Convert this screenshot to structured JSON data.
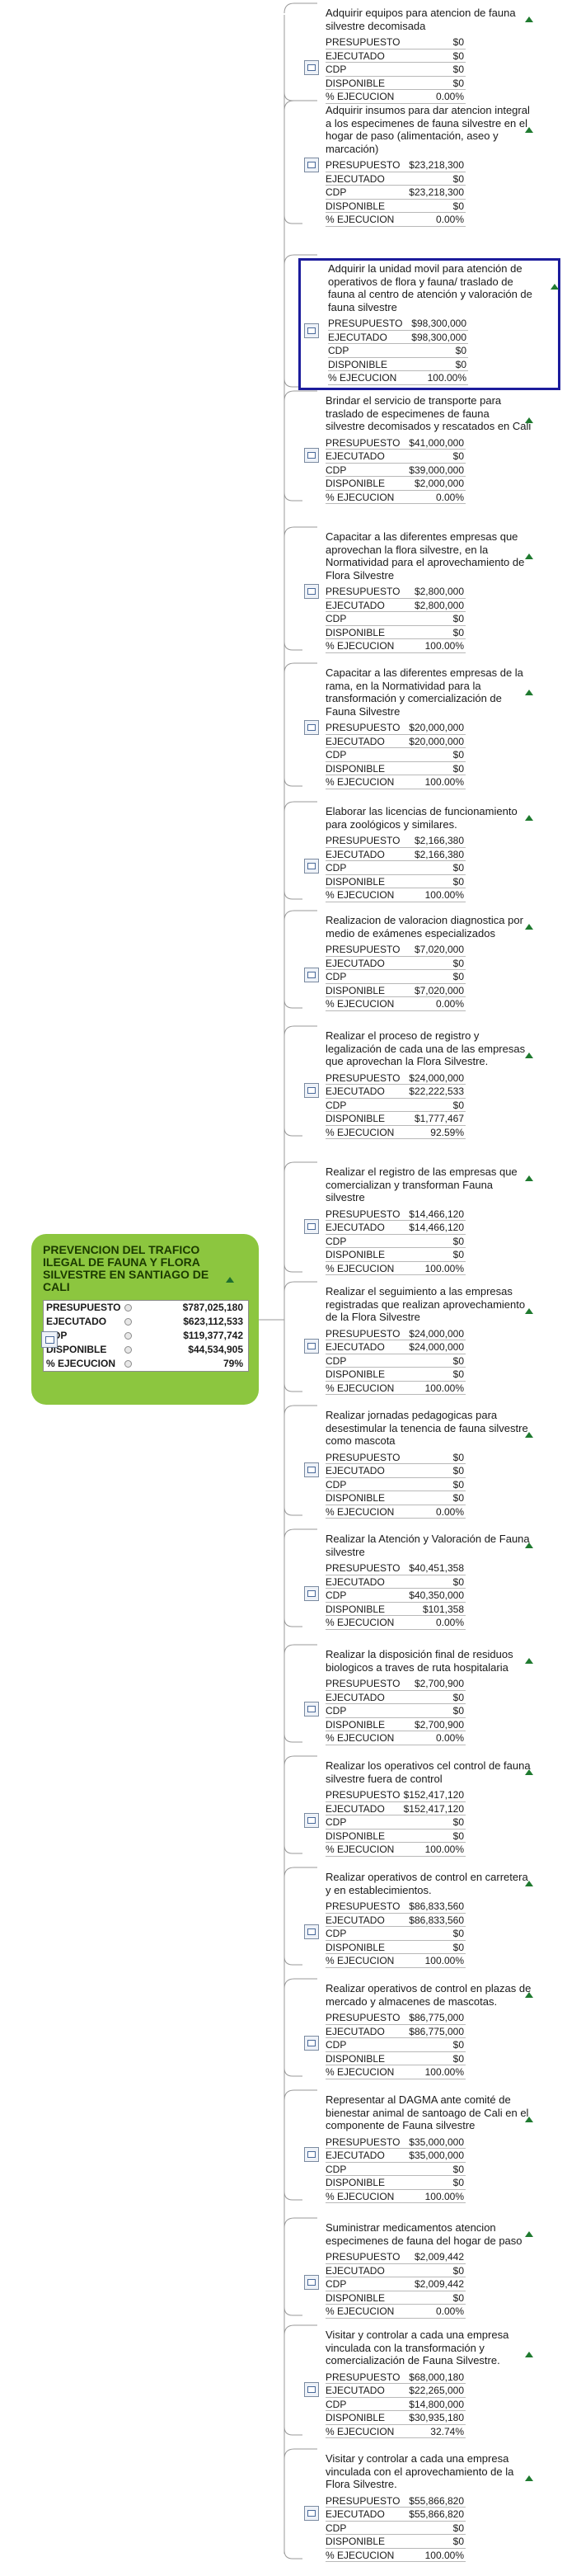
{
  "root": {
    "title": "PREVENCION DEL TRAFICO ILEGAL DE FAUNA Y FLORA SILVESTRE EN  SANTIAGO DE CALI",
    "rows": [
      {
        "label": "PRESUPUESTO",
        "value": "$787,025,180"
      },
      {
        "label": "EJECUTADO",
        "value": "$623,112,533"
      },
      {
        "label": "CDP",
        "value": "$119,377,742"
      },
      {
        "label": "DISPONIBLE",
        "value": "$44,534,905"
      },
      {
        "label": "% EJECUCION",
        "value": "79%"
      }
    ]
  },
  "colors": {
    "root_fill": "#8cc63f",
    "selected_border": "#1c1c9c",
    "triangle": "#1f7a2f",
    "connector": "#9a9a9a"
  },
  "icons": {
    "expand": "triangle-up-icon",
    "note": "note-icon"
  },
  "nodes": [
    {
      "title": "Adquirir  equipos para  atencion de fauna silvestre decomisada",
      "rows": [
        [
          "PRESUPUESTO",
          "$0"
        ],
        [
          "EJECUTADO",
          "$0"
        ],
        [
          "CDP",
          "$0"
        ],
        [
          "DISPONIBLE",
          "$0"
        ],
        [
          "% EJECUCION",
          "0.00%"
        ]
      ]
    },
    {
      "title": "Adquirir  insumos para dar atencion integral a los especimenes de fauna silvestre en el hogar de paso (alimentación, aseo y marcación)",
      "rows": [
        [
          "PRESUPUESTO",
          "$23,218,300"
        ],
        [
          "EJECUTADO",
          "$0"
        ],
        [
          "CDP",
          "$23,218,300"
        ],
        [
          "DISPONIBLE",
          "$0"
        ],
        [
          "% EJECUCION",
          "0.00%"
        ]
      ]
    },
    {
      "title": "Adquirir la unidad  movil para atención de operativos de flora y  fauna/ traslado  de fauna  al  centro de atención y valoración de  fauna  silvestre",
      "rows": [
        [
          "PRESUPUESTO",
          "$98,300,000"
        ],
        [
          "EJECUTADO",
          "$98,300,000"
        ],
        [
          "CDP",
          "$0"
        ],
        [
          "DISPONIBLE",
          "$0"
        ],
        [
          "% EJECUCION",
          "100.00%"
        ]
      ],
      "selected": true
    },
    {
      "title": "Brindar el servicio de transporte para traslado de especimenes de fauna silvestre decomisados y rescatados en Cali",
      "rows": [
        [
          "PRESUPUESTO",
          "$41,000,000"
        ],
        [
          "EJECUTADO",
          "$0"
        ],
        [
          "CDP",
          "$39,000,000"
        ],
        [
          "DISPONIBLE",
          "$2,000,000"
        ],
        [
          "% EJECUCION",
          "0.00%"
        ]
      ]
    },
    {
      "title": "Capacitar a las diferentes empresas  que aprovechan la flora silvestre,  en la Normatividad para el  aprovechamiento de Flora Silvestre",
      "rows": [
        [
          "PRESUPUESTO",
          "$2,800,000"
        ],
        [
          "EJECUTADO",
          "$2,800,000"
        ],
        [
          "CDP",
          "$0"
        ],
        [
          "DISPONIBLE",
          "$0"
        ],
        [
          "% EJECUCION",
          "100.00%"
        ]
      ]
    },
    {
      "title": "Capacitar a las diferentes empresas de la rama,  en la Normatividad para la transformación y comercialización de Fauna Silvestre",
      "rows": [
        [
          "PRESUPUESTO",
          "$20,000,000"
        ],
        [
          "EJECUTADO",
          "$20,000,000"
        ],
        [
          "CDP",
          "$0"
        ],
        [
          "DISPONIBLE",
          "$0"
        ],
        [
          "% EJECUCION",
          "100.00%"
        ]
      ]
    },
    {
      "title": "Elaborar las licencias de funcionamiento para zoológicos y similares.",
      "rows": [
        [
          "PRESUPUESTO",
          "$2,166,380"
        ],
        [
          "EJECUTADO",
          "$2,166,380"
        ],
        [
          "CDP",
          "$0"
        ],
        [
          "DISPONIBLE",
          "$0"
        ],
        [
          "% EJECUCION",
          "100.00%"
        ]
      ]
    },
    {
      "title": "Realizacion de valoracion  diagnostica por medio de  exámenes especializados",
      "rows": [
        [
          "PRESUPUESTO",
          "$7,020,000"
        ],
        [
          "EJECUTADO",
          "$0"
        ],
        [
          "CDP",
          "$0"
        ],
        [
          "DISPONIBLE",
          "$7,020,000"
        ],
        [
          "% EJECUCION",
          "0.00%"
        ]
      ]
    },
    {
      "title": "Realizar el proceso de registro y legalización de cada una de las empresas que aprovechan la Flora Silvestre.",
      "rows": [
        [
          "PRESUPUESTO",
          "$24,000,000"
        ],
        [
          "EJECUTADO",
          "$22,222,533"
        ],
        [
          "CDP",
          "$0"
        ],
        [
          "DISPONIBLE",
          "$1,777,467"
        ],
        [
          "% EJECUCION",
          "92.59%"
        ]
      ]
    },
    {
      "title": "Realizar el registro  de las empresas que comercializan y transforman  Fauna silvestre",
      "rows": [
        [
          "PRESUPUESTO",
          "$14,466,120"
        ],
        [
          "EJECUTADO",
          "$14,466,120"
        ],
        [
          "CDP",
          "$0"
        ],
        [
          "DISPONIBLE",
          "$0"
        ],
        [
          "% EJECUCION",
          "100.00%"
        ]
      ]
    },
    {
      "title": "Realizar el seguimiento a  las empresas registradas que  realizan aprovechamiento de la Flora Silvestre",
      "rows": [
        [
          "PRESUPUESTO",
          "$24,000,000"
        ],
        [
          "EJECUTADO",
          "$24,000,000"
        ],
        [
          "CDP",
          "$0"
        ],
        [
          "DISPONIBLE",
          "$0"
        ],
        [
          "% EJECUCION",
          "100.00%"
        ]
      ]
    },
    {
      "title": "Realizar jornadas pedagogicas para desestimular  la  tenencia de fauna silvestre como mascota",
      "rows": [
        [
          "PRESUPUESTO",
          "$0"
        ],
        [
          "EJECUTADO",
          "$0"
        ],
        [
          "CDP",
          "$0"
        ],
        [
          "DISPONIBLE",
          "$0"
        ],
        [
          "% EJECUCION",
          "0.00%"
        ]
      ]
    },
    {
      "title": "Realizar la Atención y Valoración de Fauna silvestre",
      "rows": [
        [
          "PRESUPUESTO",
          "$40,451,358"
        ],
        [
          "EJECUTADO",
          "$0"
        ],
        [
          "CDP",
          "$40,350,000"
        ],
        [
          "DISPONIBLE",
          "$101,358"
        ],
        [
          "% EJECUCION",
          "0.00%"
        ]
      ]
    },
    {
      "title": "Realizar la disposición final de residuos biologicos a traves de ruta hospitalaria",
      "rows": [
        [
          "PRESUPUESTO",
          "$2,700,900"
        ],
        [
          "EJECUTADO",
          "$0"
        ],
        [
          "CDP",
          "$0"
        ],
        [
          "DISPONIBLE",
          "$2,700,900"
        ],
        [
          "% EJECUCION",
          "0.00%"
        ]
      ]
    },
    {
      "title": "Realizar los operativos  cel control  de fauna silvestre fuera de control",
      "rows": [
        [
          "PRESUPUESTO",
          "$152,417,120"
        ],
        [
          "EJECUTADO",
          "$152,417,120"
        ],
        [
          "CDP",
          "$0"
        ],
        [
          "DISPONIBLE",
          "$0"
        ],
        [
          "% EJECUCION",
          "100.00%"
        ]
      ]
    },
    {
      "title": "Realizar operativos de control en carretera y en establecimientos.",
      "rows": [
        [
          "PRESUPUESTO",
          "$86,833,560"
        ],
        [
          "EJECUTADO",
          "$86,833,560"
        ],
        [
          "CDP",
          "$0"
        ],
        [
          "DISPONIBLE",
          "$0"
        ],
        [
          "% EJECUCION",
          "100.00%"
        ]
      ]
    },
    {
      "title": "Realizar operativos de control en plazas de mercado y almacenes de mascotas.",
      "rows": [
        [
          "PRESUPUESTO",
          "$86,775,000"
        ],
        [
          "EJECUTADO",
          "$86,775,000"
        ],
        [
          "CDP",
          "$0"
        ],
        [
          "DISPONIBLE",
          "$0"
        ],
        [
          "% EJECUCION",
          "100.00%"
        ]
      ]
    },
    {
      "title": "Representar al DAGMA ante  comité de bienestar animal de santoago de Cali en el componente de Fauna silvestre",
      "rows": [
        [
          "PRESUPUESTO",
          "$35,000,000"
        ],
        [
          "EJECUTADO",
          "$35,000,000"
        ],
        [
          "CDP",
          "$0"
        ],
        [
          "DISPONIBLE",
          "$0"
        ],
        [
          "% EJECUCION",
          "100.00%"
        ]
      ]
    },
    {
      "title": "Suministrar medicamentos  atencion especimenes de fauna  del hogar de paso",
      "rows": [
        [
          "PRESUPUESTO",
          "$2,009,442"
        ],
        [
          "EJECUTADO",
          "$0"
        ],
        [
          "CDP",
          "$2,009,442"
        ],
        [
          "DISPONIBLE",
          "$0"
        ],
        [
          "% EJECUCION",
          "0.00%"
        ]
      ]
    },
    {
      "title": "Visitar y controlar  a cada una empresa vinculada con la transformación y comercialización de Fauna Silvestre.",
      "rows": [
        [
          "PRESUPUESTO",
          "$68,000,180"
        ],
        [
          "EJECUTADO",
          "$22,265,000"
        ],
        [
          "CDP",
          "$14,800,000"
        ],
        [
          "DISPONIBLE",
          "$30,935,180"
        ],
        [
          "% EJECUCION",
          "32.74%"
        ]
      ]
    },
    {
      "title": "Visitar y controlar a cada una empresa vinculada con el aprovechamiento de la Flora Silvestre.",
      "rows": [
        [
          "PRESUPUESTO",
          "$55,866,820"
        ],
        [
          "EJECUTADO",
          "$55,866,820"
        ],
        [
          "CDP",
          "$0"
        ],
        [
          "DISPONIBLE",
          "$0"
        ],
        [
          "% EJECUCION",
          "100.00%"
        ]
      ]
    }
  ]
}
